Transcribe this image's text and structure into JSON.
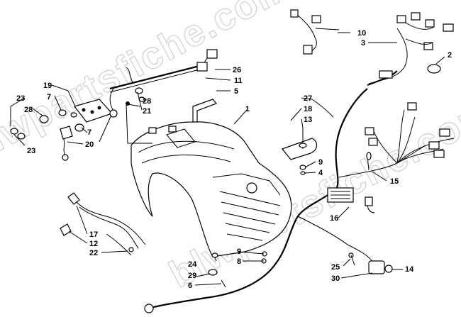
{
  "watermark": "blwpartsfiche.com",
  "callouts": [
    {
      "id": "c1",
      "label": "1"
    },
    {
      "id": "c2",
      "label": "2"
    },
    {
      "id": "c3",
      "label": "3"
    },
    {
      "id": "c4",
      "label": "4"
    },
    {
      "id": "c5",
      "label": "5"
    },
    {
      "id": "c6",
      "label": "6"
    },
    {
      "id": "c7a",
      "label": "7"
    },
    {
      "id": "c7b",
      "label": "7"
    },
    {
      "id": "c8",
      "label": "8"
    },
    {
      "id": "c9a",
      "label": "9"
    },
    {
      "id": "c9b",
      "label": "9"
    },
    {
      "id": "c10",
      "label": "10"
    },
    {
      "id": "c11",
      "label": "11"
    },
    {
      "id": "c12",
      "label": "12"
    },
    {
      "id": "c13",
      "label": "13"
    },
    {
      "id": "c14",
      "label": "14"
    },
    {
      "id": "c15",
      "label": "15"
    },
    {
      "id": "c16",
      "label": "16"
    },
    {
      "id": "c17",
      "label": "17"
    },
    {
      "id": "c18",
      "label": "18"
    },
    {
      "id": "c19",
      "label": "19"
    },
    {
      "id": "c20",
      "label": "20"
    },
    {
      "id": "c21",
      "label": "21"
    },
    {
      "id": "c22",
      "label": "22"
    },
    {
      "id": "c23a",
      "label": "23"
    },
    {
      "id": "c23b",
      "label": "23"
    },
    {
      "id": "c24",
      "label": "24"
    },
    {
      "id": "c25",
      "label": "25"
    },
    {
      "id": "c26",
      "label": "26"
    },
    {
      "id": "c27",
      "label": "27"
    },
    {
      "id": "c28a",
      "label": "28"
    },
    {
      "id": "c28b",
      "label": "28"
    },
    {
      "id": "c29",
      "label": "29"
    },
    {
      "id": "c30",
      "label": "30"
    }
  ]
}
